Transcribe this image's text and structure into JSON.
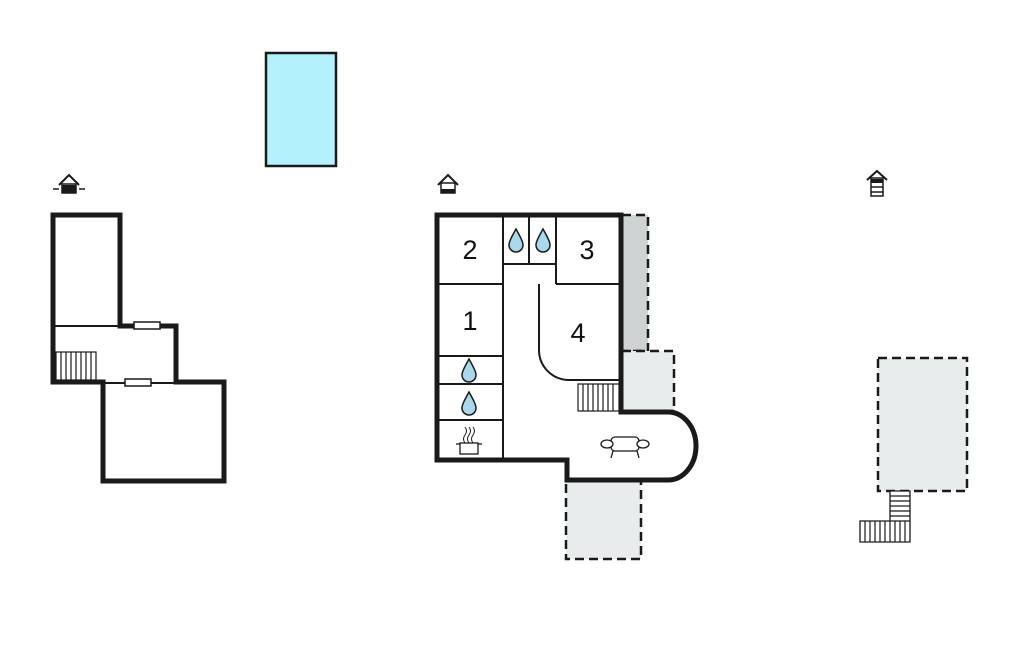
{
  "colors": {
    "pool": "#b3f2fc",
    "terrace_light": "#e9ecec",
    "terrace_dark": "#cfd3d3",
    "water_drop": "#a9d8ea",
    "wall": "#1a1a1a"
  },
  "icons": {
    "floor_up": "floor-level-icon",
    "floor_ground": "floor-level-icon",
    "floor_basement": "floor-level-icon",
    "bathroom": "water-drop-icon",
    "kitchen": "cooking-pot-icon",
    "living": "sofa-icon",
    "stairs": "staircase-icon",
    "window": "window-icon"
  },
  "rooms": {
    "r1": "1",
    "r2": "2",
    "r3": "3",
    "r4": "4"
  }
}
